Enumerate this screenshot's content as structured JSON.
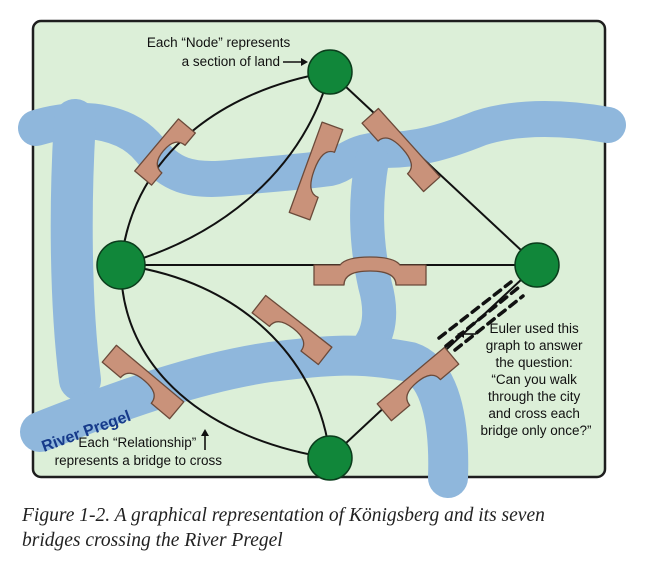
{
  "annotations": {
    "node": [
      "Each “Node” represents",
      "a section of land"
    ],
    "relationship": [
      "Each “Relationship”",
      "represents a bridge to cross"
    ],
    "euler": [
      "Euler used this",
      "graph to answer",
      "the question:",
      "“Can you walk",
      "through the city",
      "and cross each",
      "bridge only once?”"
    ]
  },
  "river_label": "River Pregel",
  "caption": {
    "line1": "Figure 1-2. A graphical representation of Königsberg and its seven",
    "line2": "bridges crossing the River Pregel"
  },
  "colors": {
    "land": "#dcefd8",
    "river": "#8fb7dc",
    "bridge": "#c9927a",
    "node": "#11873a",
    "edge": "#111111",
    "frame": "#1e1e1e"
  }
}
